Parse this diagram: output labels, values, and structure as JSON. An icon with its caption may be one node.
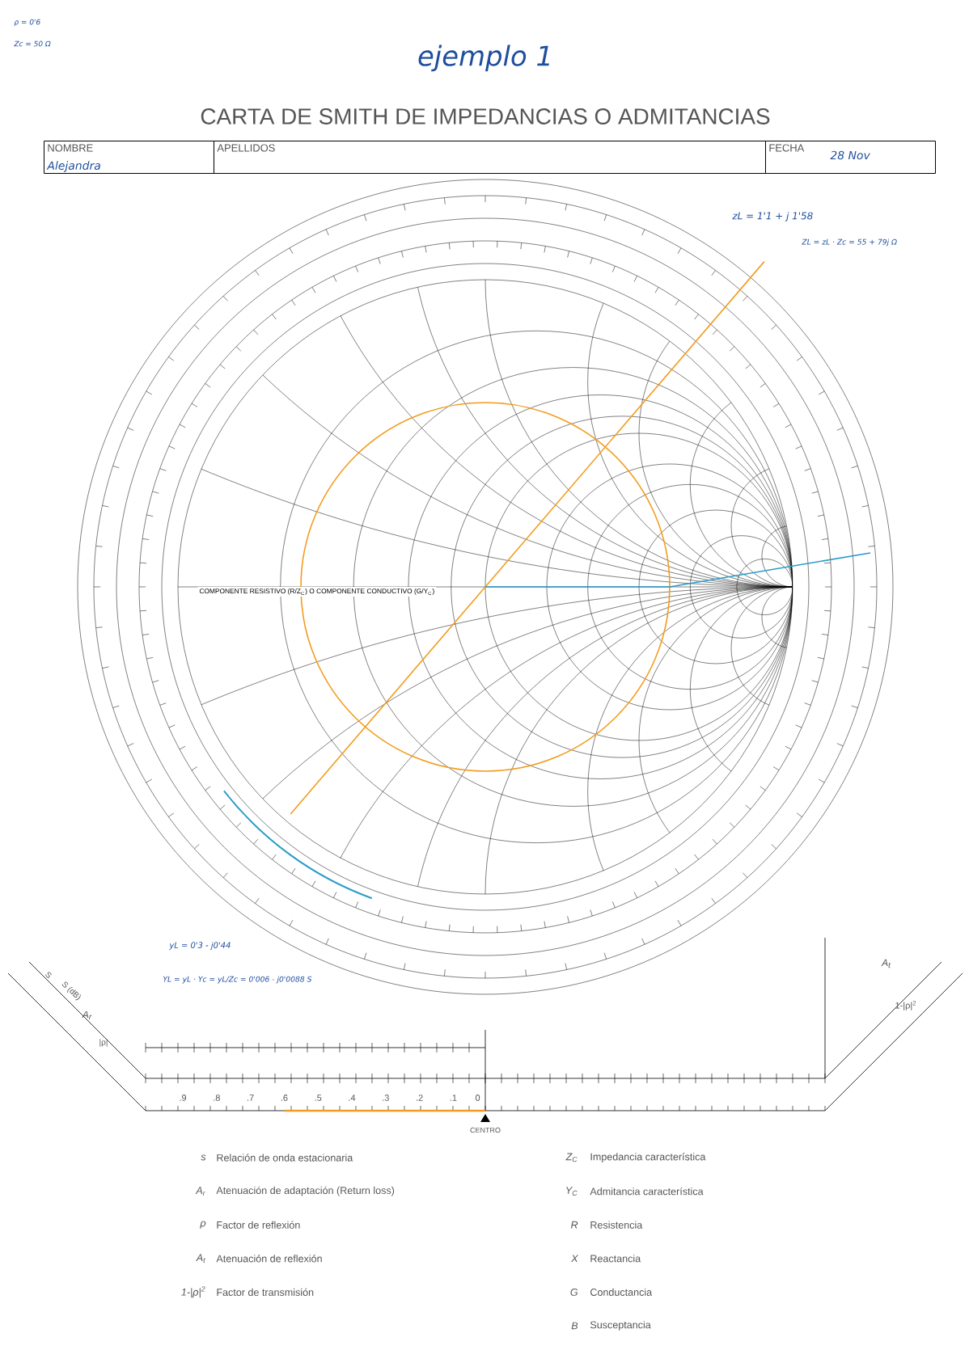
{
  "diagram": {
    "title": "CARTA DE SMITH DE IMPEDANCIAS O ADMITANCIAS",
    "nodes": [
      {
        "text": [
          "NOMBRE",
          "Alejandra"
        ]
      },
      {
        "text": [
          "APELLIDOS"
        ]
      },
      {
        "text": [
          "FECHA",
          "28 Nov"
        ]
      }
    ],
    "labels": [
      "ρ = 0'6",
      "Zc = 50 Ω",
      "ejemplo 1",
      "zL = 1'1 + j 1'58",
      "ZL = zL · Zc = 55 + 79j Ω",
      "COMPONENTE RESISTIVO (R/Z$_{C}$) O COMPONENTE CONDUCTIVO (G/Y$_{C}$)",
      "yL = 0'3 - j0'44",
      "YL = yL · Yc = yL/Zc = 0'006 - j0'0088 S",
      "S",
      "S (dB)",
      "A$_{r}$",
      "|ρ|",
      "A$_{t}$",
      "1-|ρ|$^{2}$",
      ".9",
      ".8",
      ".7",
      ".6",
      ".5",
      ".4",
      ".3",
      ".2",
      ".1",
      "0",
      "CENTRO",
      "s",
      "Relación de onda estacionaria",
      "Z$_{C}$",
      "Impedancia característica",
      "A$_{r}$",
      "Atenuación de adaptación (Return loss)",
      "Y$_{C}$",
      "Admitancia característica",
      "ρ",
      "Factor de reflexión",
      "R",
      "Resistencia",
      "A$_{t}$",
      "Atenuación de reflexión",
      "X",
      "Reactancia",
      "1-|ρ|$^{2}$",
      "Factor de transmisión",
      "G",
      "Conductancia",
      "B",
      "Susceptancia"
    ]
  }
}
